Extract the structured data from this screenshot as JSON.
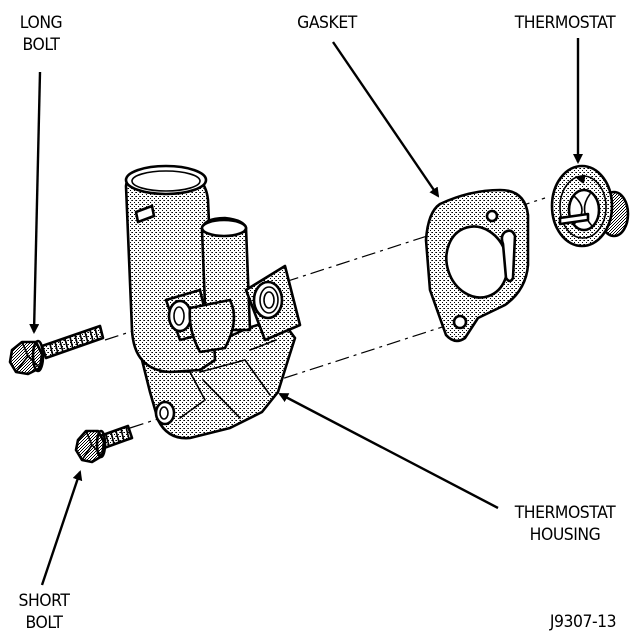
{
  "diagram": {
    "title": "Thermostat and housing exploded view",
    "figure_id": "J9307-13",
    "labels": {
      "long_bolt": [
        "LONG",
        "BOLT"
      ],
      "gasket": "GASKET",
      "thermostat": "THERMOSTAT",
      "thermostat_housing": [
        "THERMOSTAT",
        "HOUSING"
      ],
      "short_bolt": [
        "SHORT",
        "BOLT"
      ]
    },
    "colors": {
      "ink": "#000000",
      "background": "#ffffff"
    }
  }
}
